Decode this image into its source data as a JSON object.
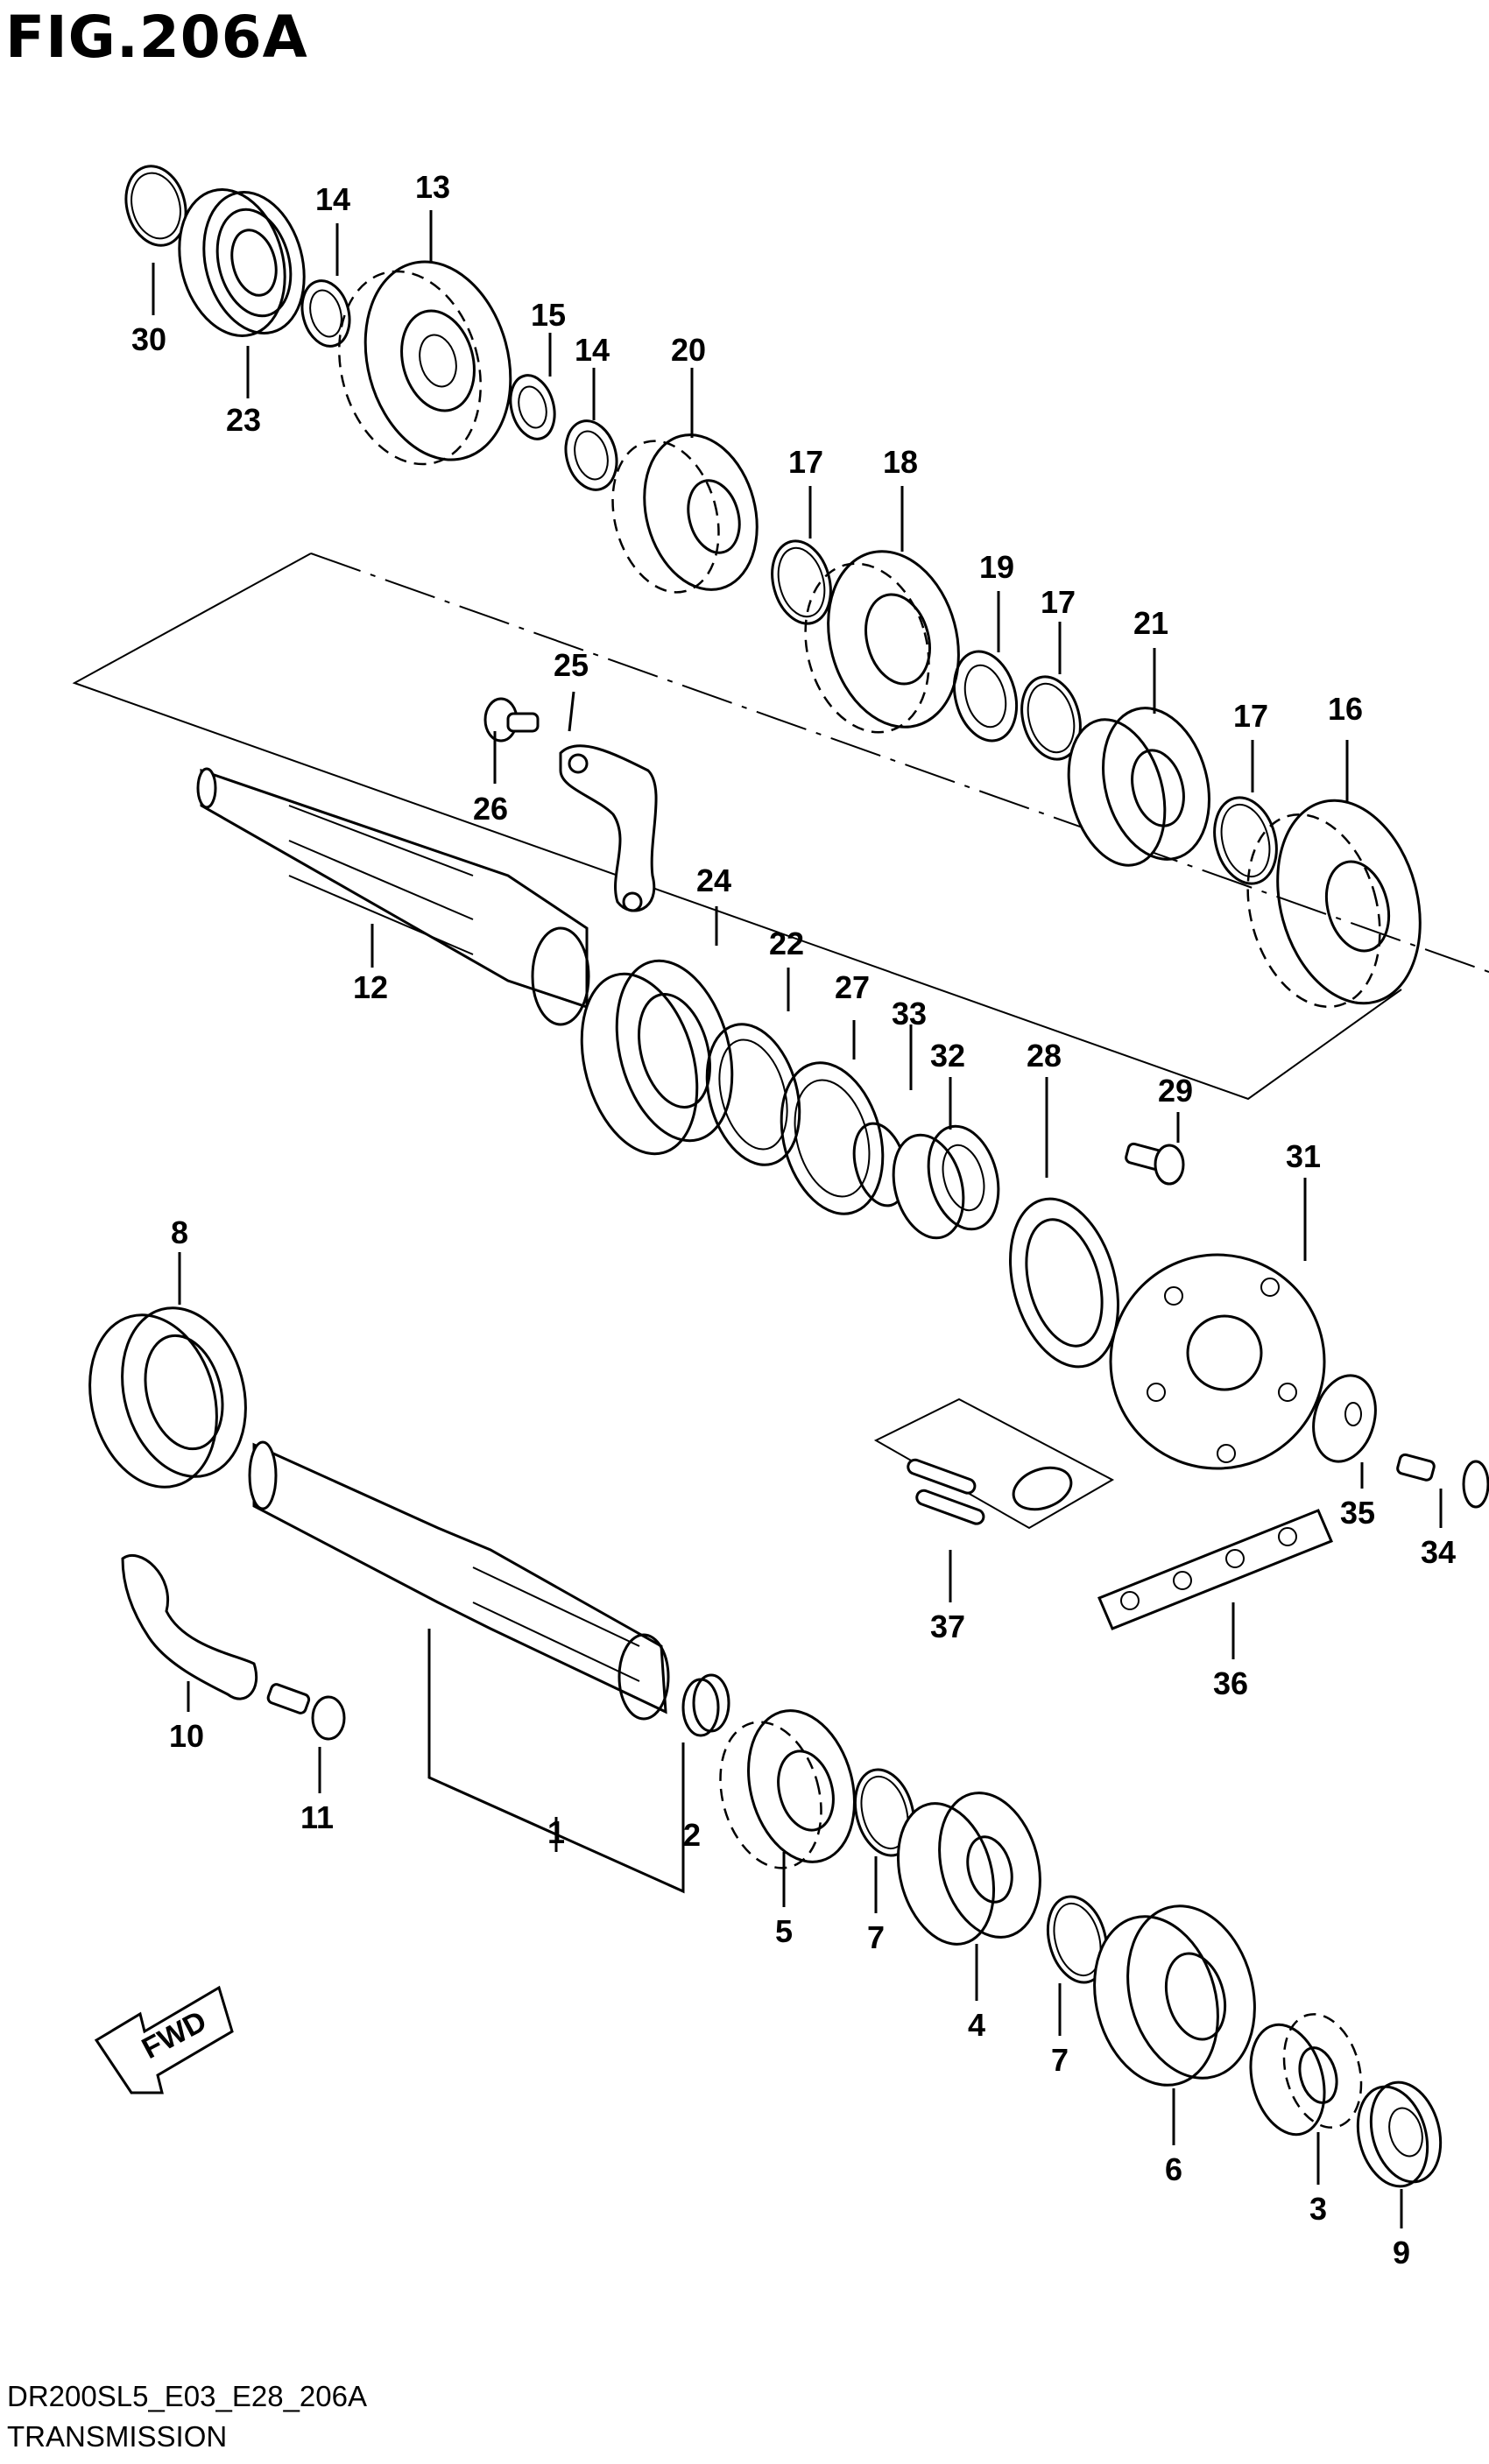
{
  "figure": {
    "title": "FIG.206A",
    "code": "DR200SL5_E03_E28_206A",
    "name": "TRANSMISSION",
    "direction_badge": "FWD"
  },
  "callouts": [
    "1",
    "2",
    "3",
    "4",
    "5",
    "6",
    "7",
    "8",
    "9",
    "10",
    "11",
    "12",
    "13",
    "14",
    "15",
    "16",
    "17",
    "18",
    "19",
    "20",
    "21",
    "22",
    "23",
    "24",
    "25",
    "26",
    "27",
    "28",
    "29",
    "30",
    "31",
    "32",
    "33",
    "34",
    "35",
    "36",
    "37"
  ]
}
